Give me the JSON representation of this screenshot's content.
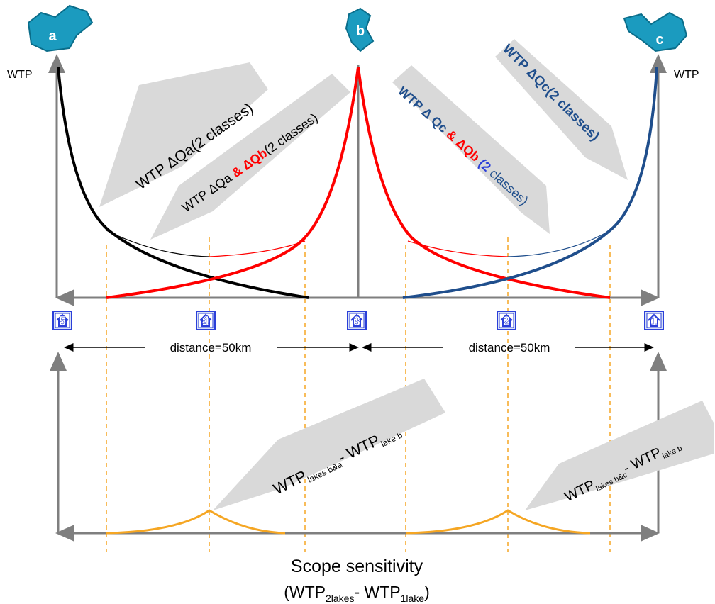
{
  "lakes": {
    "a": "a",
    "b": "b",
    "c": "c"
  },
  "axes": {
    "wtp_left": "WTP",
    "wtp_right": "WTP"
  },
  "houses": [
    "5",
    "4",
    "3",
    "2",
    "1"
  ],
  "distances": [
    "distance=50km",
    "distance=50km"
  ],
  "callouts": {
    "qa": {
      "prefix": "WTP ΔQa(2 classes)"
    },
    "qab": {
      "p1": "WTP ΔQa ",
      "p2": "& ΔQb",
      "p3": "(2 classes)"
    },
    "qcb": {
      "p1": "WTP Δ Qc ",
      "p2": "& ΔQb",
      "p3": " (2",
      "p4": " classes)"
    },
    "qc": {
      "text": "WTP ΔQc(2 classes)"
    },
    "ba": {
      "main": "WTP",
      "sub1": "lakes b&a",
      "dash": "- WTP",
      "sub2": "lake b"
    },
    "bc": {
      "main": "WTP",
      "sub1": "lakes b&c",
      "dash": "- WTP",
      "sub2": "lake b"
    }
  },
  "footer": {
    "title": "Scope sensitivity",
    "formula": {
      "open": "(WTP",
      "sub1": "2lakes",
      "mid": "- WTP",
      "sub2": "1lake",
      "close": ")"
    }
  },
  "colors": {
    "black_curve": "#000000",
    "red_curve": "#ff0000",
    "blue_curve": "#1f4e8c",
    "orange_curve": "#f5a623",
    "lake_fill": "#1b9bbf",
    "house_fill": "#d6e0f5",
    "house_border": "#2b3fd9",
    "callout_fill": "#d9d9d9",
    "axis": "#7f7f7f"
  }
}
